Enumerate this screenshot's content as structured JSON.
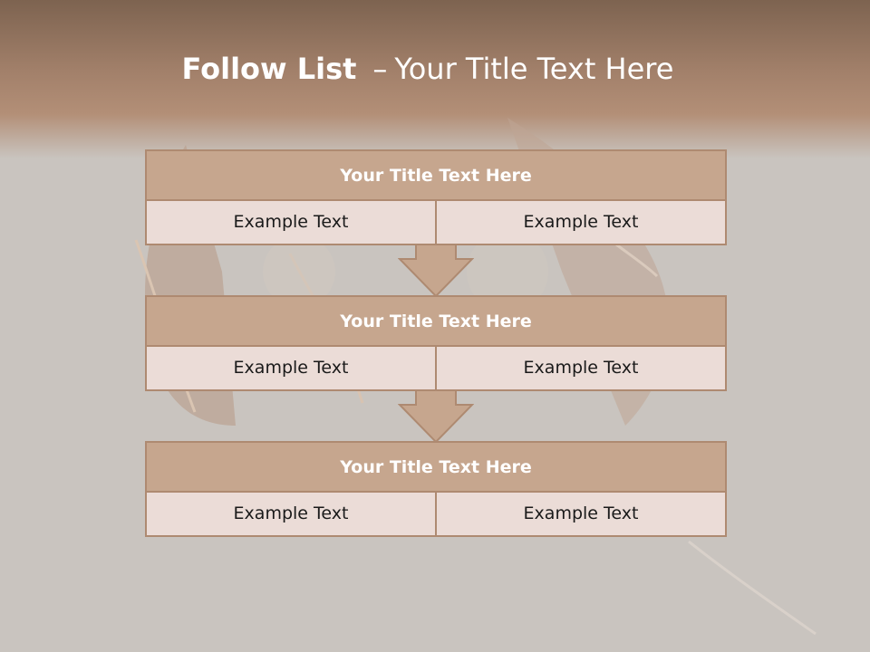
{
  "slide": {
    "title_bold": "Follow List",
    "title_sep": "–",
    "title_rest": "Your Title Text Here"
  },
  "colors": {
    "header_brown": "#7d6350",
    "block_border": "#ae8a71",
    "block_title_fill": "#c6a68e",
    "cell_fill": "#ebdcd7",
    "background": "#c9c4bf"
  },
  "blocks": [
    {
      "title": "Your Title Text Here",
      "cells": [
        "Example Text",
        "Example Text"
      ]
    },
    {
      "title": "Your Title Text Here",
      "cells": [
        "Example Text",
        "Example Text"
      ]
    },
    {
      "title": "Your Title Text Here",
      "cells": [
        "Example Text",
        "Example Text"
      ]
    }
  ],
  "icons": [
    "down-arrow-icon",
    "down-arrow-icon"
  ]
}
